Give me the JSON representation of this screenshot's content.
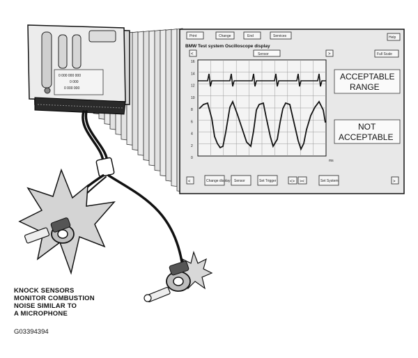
{
  "screen": {
    "buttons_top": [
      "Print",
      "Change",
      "End",
      "Services"
    ],
    "help_label": "Help",
    "title": "BMW  Test system  Oscilloscope display",
    "channel_label": "Sensor",
    "side_button": "Full Scale",
    "bottom_buttons": [
      "Change display",
      "Sensor",
      "Set Trigger",
      "Set System"
    ],
    "y_ticks": [
      "16",
      "14",
      "12",
      "10",
      "8",
      "6",
      "4",
      "2",
      "0"
    ],
    "x_unit": "ms"
  },
  "ecu": {
    "label_lines": [
      "0 000 000 000",
      "0 000",
      "0 000 000"
    ]
  },
  "labels": {
    "acceptable": [
      "ACCEPTABLE",
      "RANGE"
    ],
    "not_acceptable": [
      "NOT",
      "ACCEPTABLE"
    ]
  },
  "caption": [
    "KNOCK SENSORS",
    "MONITOR COMBUSTION",
    "NOISE SIMILAR TO",
    "A MICROPHONE"
  ],
  "figure_id": "G03394394",
  "colors": {
    "ink": "#111111",
    "panel": "#e6e6e6",
    "screen": "#f4f4f4"
  }
}
